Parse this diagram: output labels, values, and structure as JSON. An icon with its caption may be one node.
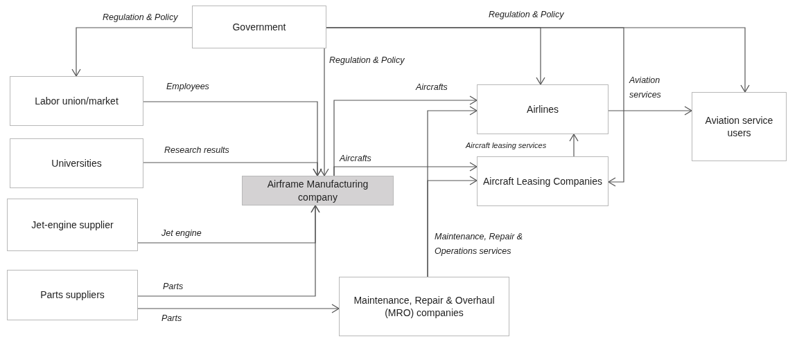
{
  "diagram": {
    "nodes": [
      {
        "text": [
          "Government"
        ]
      },
      {
        "text": [
          "Labor union/market"
        ]
      },
      {
        "text": [
          "Universities"
        ]
      },
      {
        "text": [
          "Airframe Manufacturing company"
        ]
      },
      {
        "text": [
          "Jet-engine supplier"
        ]
      },
      {
        "text": [
          "Parts suppliers"
        ]
      },
      {
        "text": [
          "Airlines"
        ]
      },
      {
        "text": [
          "Aircraft Leasing Companies"
        ]
      },
      {
        "text": [
          "Aviation service users"
        ]
      },
      {
        "text": [
          "Maintenance, Repair & Overhaul (MRO) companies"
        ]
      }
    ],
    "edges": [
      {
        "from": 0,
        "to": 1,
        "arrow": "to",
        "label": "Regulation & Policy"
      },
      {
        "from": 0,
        "to": 3,
        "arrow": "to",
        "label": "Regulation & Policy"
      },
      {
        "from": 0,
        "to": 6,
        "arrow": "to",
        "label": "Regulation & Policy"
      },
      {
        "from": 0,
        "to": 8,
        "arrow": "to"
      },
      {
        "from": 0,
        "to": 7,
        "arrow": "to"
      },
      {
        "from": 1,
        "to": 3,
        "arrow": "to",
        "label": "Employees"
      },
      {
        "from": 2,
        "to": 3,
        "arrow": "to",
        "label": "Research results"
      },
      {
        "from": 4,
        "to": 3,
        "arrow": "to",
        "label": "Jet engine"
      },
      {
        "from": 5,
        "to": 3,
        "arrow": "to",
        "label": "Parts"
      },
      {
        "from": 5,
        "to": 9,
        "arrow": "to",
        "label": "Parts"
      },
      {
        "from": 3,
        "to": 6,
        "arrow": "to",
        "label": "Aircrafts"
      },
      {
        "from": 3,
        "to": 7,
        "arrow": "to",
        "label": "Aircrafts"
      },
      {
        "from": 7,
        "to": 6,
        "arrow": "to",
        "label": "Aircraft leasing services"
      },
      {
        "from": 6,
        "to": 8,
        "arrow": "to",
        "label": "Aviation services"
      },
      {
        "from": 9,
        "to": 6,
        "arrow": "to",
        "label": "Maintenance, Repair & Operations services"
      },
      {
        "from": 9,
        "to": 7,
        "arrow": "to"
      }
    ]
  }
}
